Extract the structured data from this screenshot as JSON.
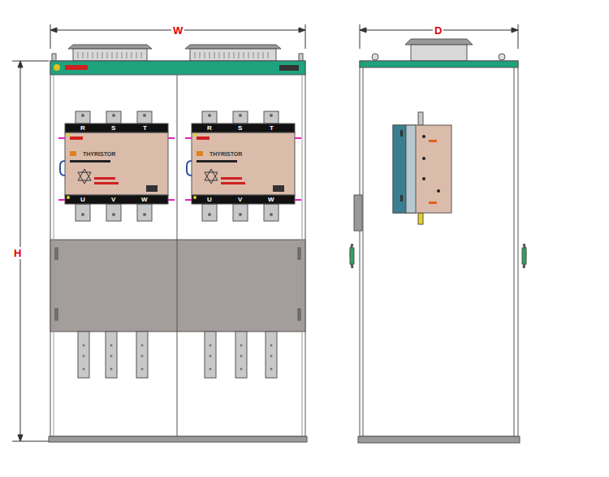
{
  "diagram": {
    "nodes": [
      {
        "text": [
          "R",
          "S",
          "T",
          "THYRISTOR",
          "U",
          "V",
          "W"
        ]
      },
      {
        "text": [
          "R",
          "S",
          "T",
          "THYRISTOR",
          "U",
          "V",
          "W"
        ]
      }
    ],
    "labels": [
      "W",
      "D",
      "H"
    ]
  }
}
